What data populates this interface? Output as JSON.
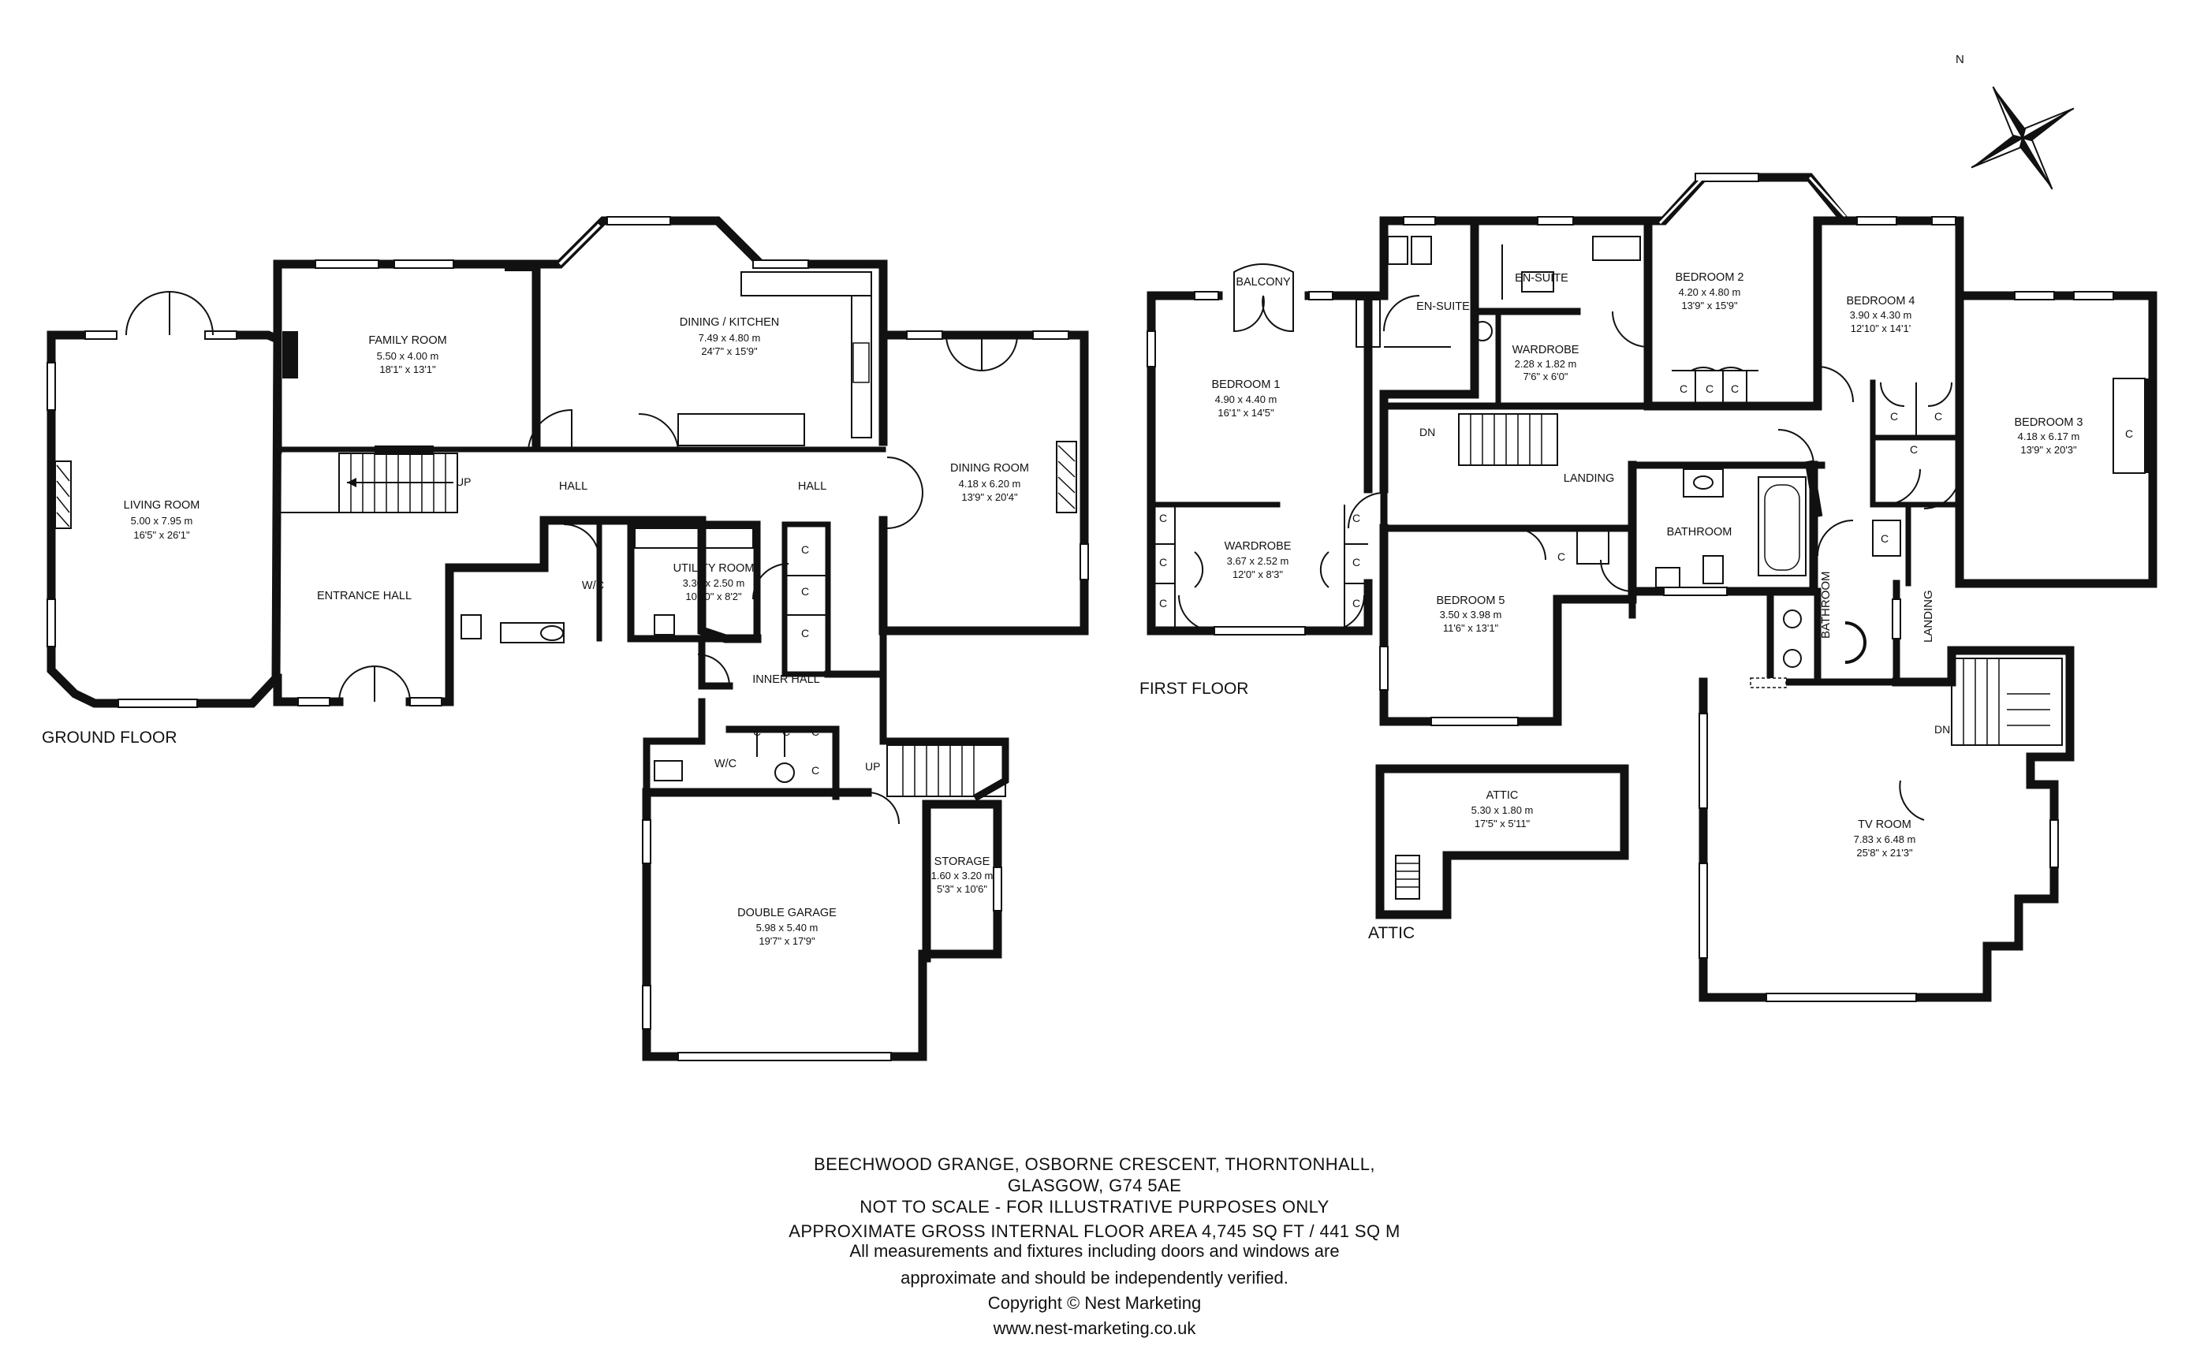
{
  "floors": {
    "ground": "GROUND FLOOR",
    "first": "FIRST FLOOR",
    "attic": "ATTIC"
  },
  "rooms": {
    "living_room": {
      "name": "LIVING ROOM",
      "metric": "5.00 x 7.95 m",
      "imperial": "16'5\" x 26'1\""
    },
    "family_room": {
      "name": "FAMILY ROOM",
      "metric": "5.50 x 4.00 m",
      "imperial": "18'1\" x 13'1\""
    },
    "dining_kitchen": {
      "name": "DINING / KITCHEN",
      "metric": "7.49 x 4.80 m",
      "imperial": "24'7\" x 15'9\""
    },
    "dining_room": {
      "name": "DINING ROOM",
      "metric": "4.18 x 6.20 m",
      "imperial": "13'9\" x 20'4\""
    },
    "utility_room": {
      "name": "UTILITY ROOM",
      "metric": "3.30 x 2.50 m",
      "imperial": "10'10\" x 8'2\""
    },
    "double_garage": {
      "name": "DOUBLE GARAGE",
      "metric": "5.98 x 5.40 m",
      "imperial": "19'7\" x 17'9\""
    },
    "storage": {
      "name": "STORAGE",
      "metric": "1.60 x 3.20 m",
      "imperial": "5'3\" x 10'6\""
    },
    "bedroom1": {
      "name": "BEDROOM 1",
      "metric": "4.90 x 4.40 m",
      "imperial": "16'1\" x 14'5\""
    },
    "wardrobe_main": {
      "name": "WARDROBE",
      "metric": "3.67 x 2.52 m",
      "imperial": "12'0\" x 8'3\""
    },
    "bedroom2": {
      "name": "BEDROOM 2",
      "metric": "4.20 x 4.80 m",
      "imperial": "13'9\" x 15'9\""
    },
    "wardrobe_b2": {
      "name": "WARDROBE",
      "metric": "2.28 x 1.82 m",
      "imperial": "7'6\" x 6'0\""
    },
    "bedroom4": {
      "name": "BEDROOM 4",
      "metric": "3.90 x 4.30 m",
      "imperial": "12'10\" x 14'1'"
    },
    "bedroom3": {
      "name": "BEDROOM 3",
      "metric": "4.18 x 6.17 m",
      "imperial": "13'9\" x 20'3\""
    },
    "bedroom5": {
      "name": "BEDROOM 5",
      "metric": "3.50 x 3.98 m",
      "imperial": "11'6\" x 13'1\""
    },
    "tv_room": {
      "name": "TV ROOM",
      "metric": "7.83 x 6.48 m",
      "imperial": "25'8\" x 21'3\""
    },
    "attic": {
      "name": "ATTIC",
      "metric": "5.30 x 1.80 m",
      "imperial": "17'5\" x 5'11\""
    }
  },
  "labels": {
    "entrance_hall": "ENTRANCE HALL",
    "hall": "HALL",
    "wc": "W/C",
    "inner_hall": "INNER HALL",
    "up": "UP",
    "dn": "DN",
    "balcony": "BALCONY",
    "en_suite": "EN-SUITE",
    "landing": "LANDING",
    "bathroom": "BATHROOM",
    "cupboard": "C",
    "north": "N"
  },
  "footer": {
    "line1": "BEECHWOOD GRANGE, OSBORNE CRESCENT, THORNTONHALL,",
    "line2": "GLASGOW, G74 5AE",
    "line3": "NOT TO SCALE - FOR ILLUSTRATIVE PURPOSES ONLY",
    "line4": "APPROXIMATE GROSS INTERNAL FLOOR AREA 4,745 SQ FT / 441 SQ M",
    "line5": "All measurements and fixtures including doors and windows are",
    "line6": "approximate and should be independently verified.",
    "line7": "Copyright © Nest Marketing",
    "line8": "www.nest-marketing.co.uk"
  }
}
